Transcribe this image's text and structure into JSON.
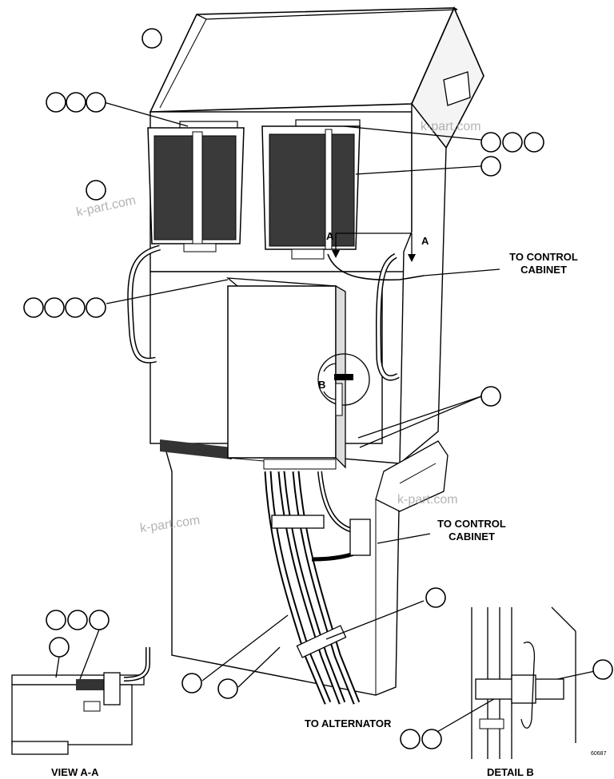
{
  "labels": {
    "to_control_cabinet_1": [
      "TO CONTROL",
      "CABINET"
    ],
    "to_control_cabinet_2": [
      "TO CONTROL",
      "CABINET"
    ],
    "to_alternator": "TO ALTERNATOR",
    "view_a_a": "VIEW A-A",
    "detail_b": "DETAIL B",
    "section_marker": "A",
    "detail_marker": "B"
  },
  "watermark": "k-part.com",
  "figure_number": "60687"
}
